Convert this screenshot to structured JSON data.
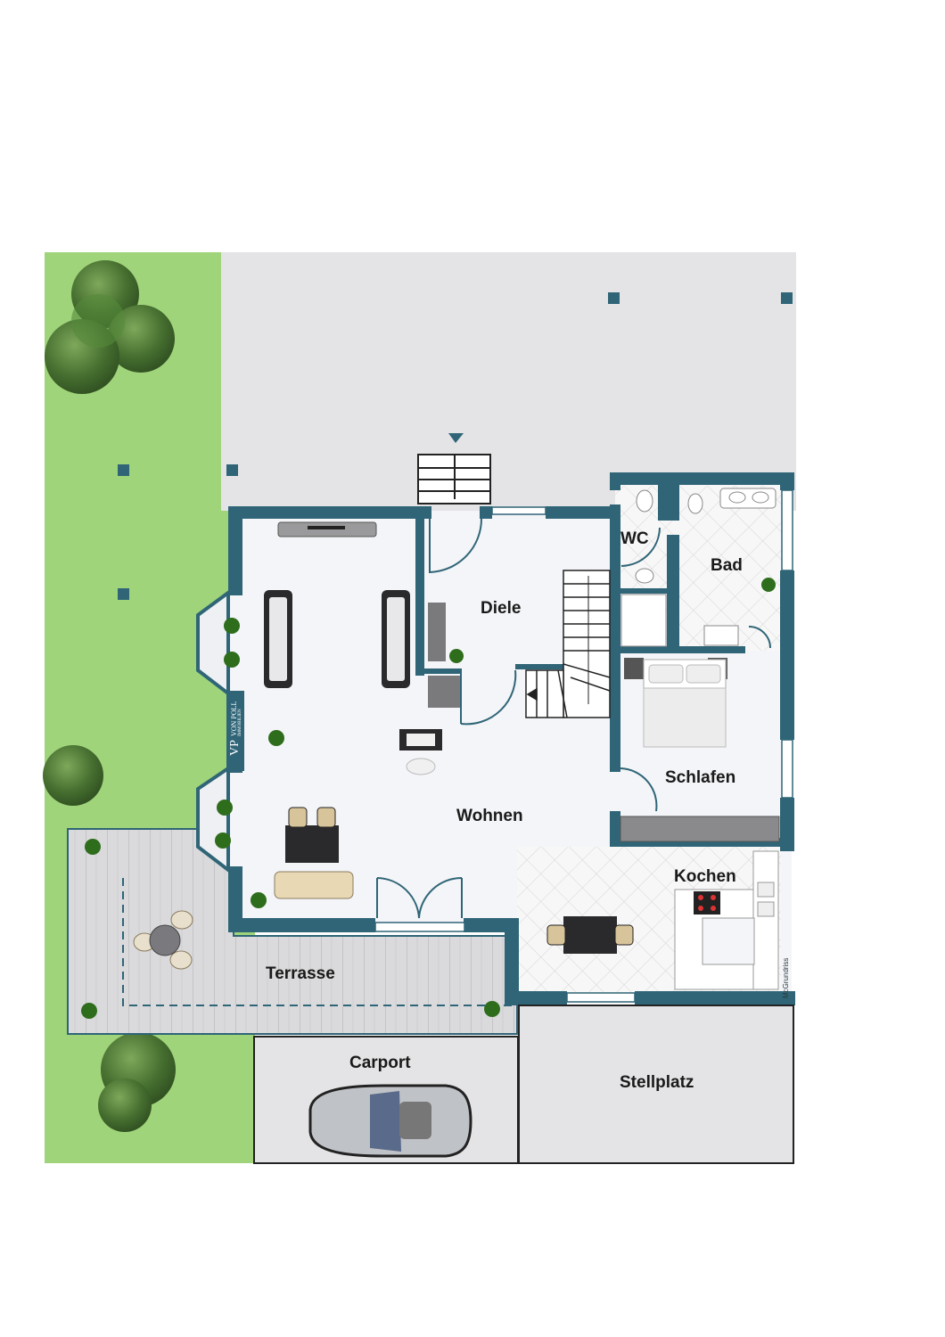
{
  "rooms": {
    "diele": "Diele",
    "wc": "WC",
    "bad": "Bad",
    "schlafen": "Schlafen",
    "wohnen": "Wohnen",
    "kochen": "Kochen",
    "terrasse": "Terrasse",
    "carport": "Carport",
    "stellplatz": "Stellplatz"
  },
  "branding": {
    "logo_monogram": "VP",
    "logo_name": "VON POLL",
    "logo_sub": "IMMOBILIEN",
    "credit": "McGrundriss"
  },
  "colors": {
    "wall": "#2f6577",
    "lawn": "#9fd47a",
    "paving": "#e3e3e5",
    "floor": "#f4f5f8",
    "tile": "#eeeeee",
    "deck": "#d6d6d8",
    "tree": "#3f6a2c"
  }
}
